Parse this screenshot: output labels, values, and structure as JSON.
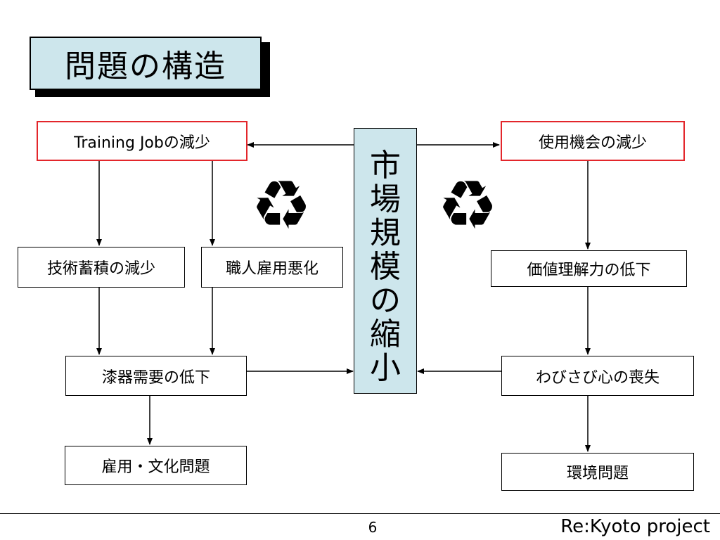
{
  "title": "問題の構造",
  "center": {
    "chars": [
      "市",
      "場",
      "規",
      "模",
      "の",
      "縮",
      "小"
    ]
  },
  "left": {
    "training_job": "Training Jobの減少",
    "tech_accumulation": "技術蓄積の減少",
    "craftsman_employment": "職人雇用悪化",
    "lacquer_demand": "漆器需要の低下",
    "employment_culture": "雇用・文化問題"
  },
  "right": {
    "usage_opportunity": "使用機会の減少",
    "value_understanding": "価値理解力の低下",
    "wabisabi_loss": "わびさび心の喪失",
    "environment": "環境問題"
  },
  "recycle_symbol": "♻",
  "icons": {
    "recycle": "recycle-icon"
  },
  "colors": {
    "title_bg": "#cde6ec",
    "highlight_border": "#e3262b"
  },
  "footer": {
    "page_number": "6",
    "brand": "Re:Kyoto project"
  }
}
